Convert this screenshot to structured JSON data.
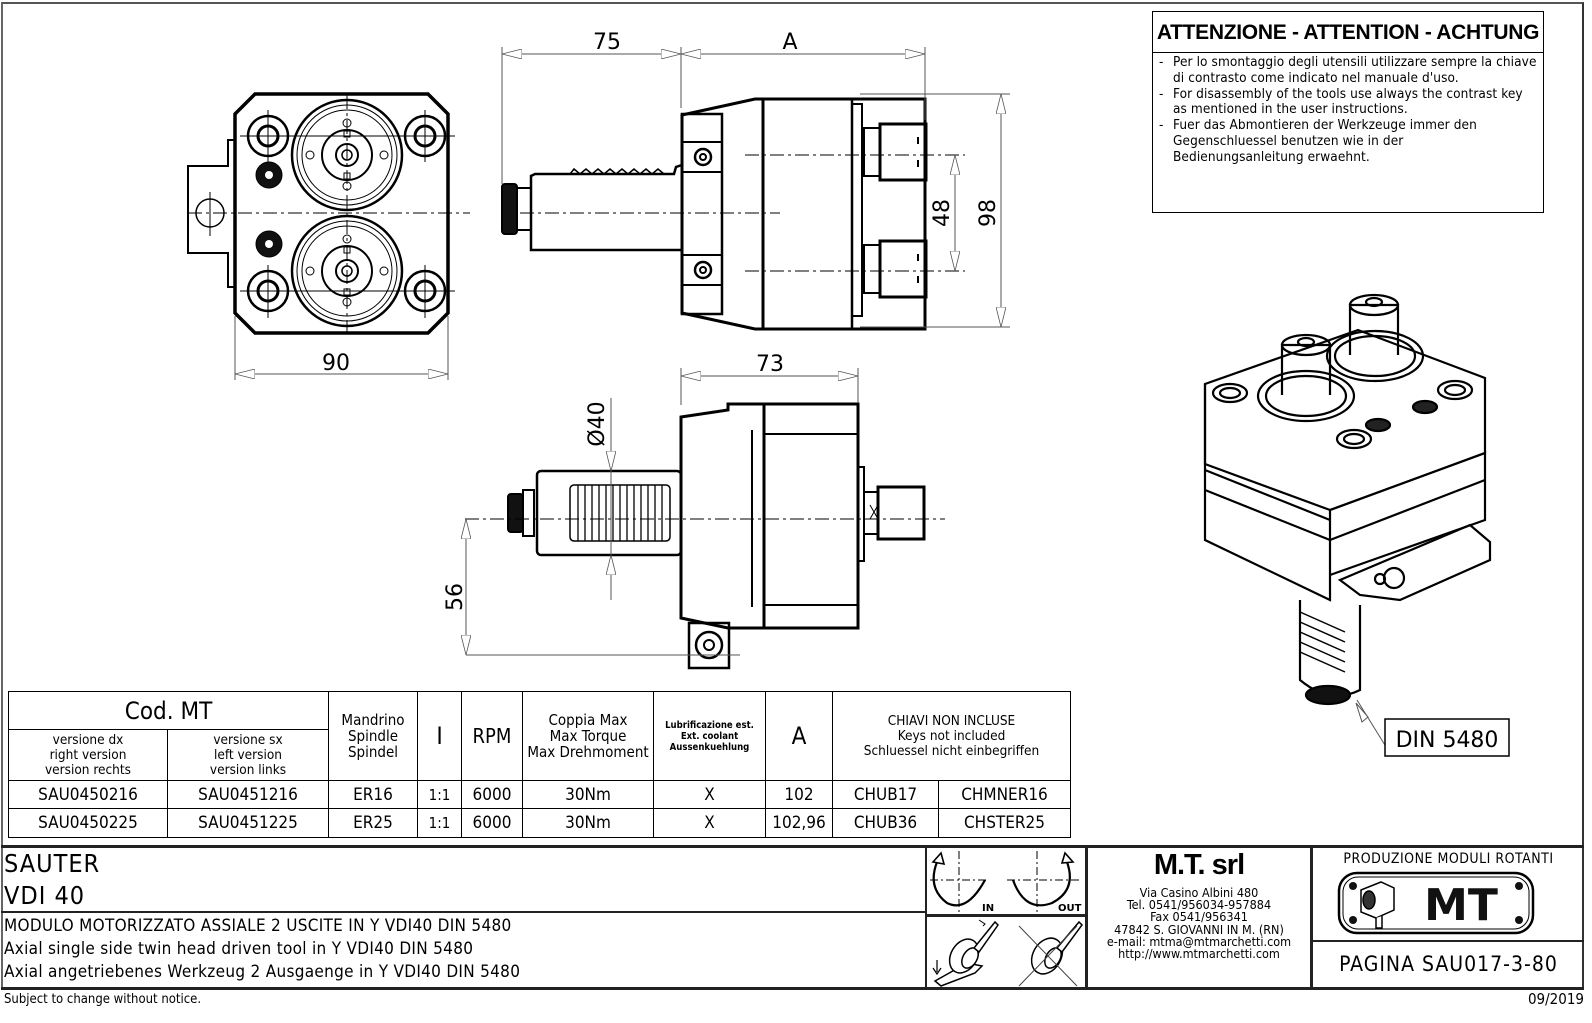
{
  "warning": {
    "title": "ATTENZIONE - ATTENTION - ACHTUNG",
    "items": [
      {
        "bullet": "-",
        "text": "Per lo smontaggio degli utensili utilizzare sempre la chiave di contrasto come indicato nel manuale d'uso."
      },
      {
        "bullet": "-",
        "text": "For disassembly of the tools use always the contrast key as mentioned in the user instructions."
      },
      {
        "bullet": "-",
        "text": "Fuer das Abmontieren der Werkzeuge immer den Gegenschluessel benutzen wie in der Bedienungsanleitung erwaehnt."
      }
    ]
  },
  "dimensions": {
    "front_width": "90",
    "side_length_shank": "75",
    "side_length_body": "A",
    "spindle_spacing": "48",
    "body_height": "98",
    "bottom_length": "73",
    "shank_diameter": "Ø40",
    "axis_height": "56",
    "callout": "DIN 5480"
  },
  "table": {
    "header": {
      "cod_mt": "Cod. MT",
      "dx": [
        "versione dx",
        "right version",
        "version rechts"
      ],
      "sx": [
        "versione sx",
        "left version",
        "version links"
      ],
      "spindle": [
        "Mandrino",
        "Spindle",
        "Spindel"
      ],
      "ratio": "I",
      "rpm": "RPM",
      "torque": [
        "Coppia Max",
        "Max Torque",
        "Max Drehmoment"
      ],
      "coolant": [
        "Lubrificazione est.",
        "Ext. coolant",
        "Aussenkuehlung"
      ],
      "a": "A",
      "keys": [
        "CHIAVI NON INCLUSE",
        "Keys not included",
        "Schluessel nicht einbegriffen"
      ]
    },
    "rows": [
      {
        "dx": "SAU0450216",
        "sx": "SAU0451216",
        "spindle": "ER16",
        "ratio": "1:1",
        "rpm": "6000",
        "torque": "30Nm",
        "coolant": "X",
        "a": "102",
        "key1": "CHUB17",
        "key2": "CHMNER16"
      },
      {
        "dx": "SAU0450225",
        "sx": "SAU0451225",
        "spindle": "ER25",
        "ratio": "1:1",
        "rpm": "6000",
        "torque": "30Nm",
        "coolant": "X",
        "a": "102,96",
        "key1": "CHUB36",
        "key2": "CHSTER25"
      }
    ]
  },
  "title_block": {
    "brand": "SAUTER",
    "interface": "VDI 40",
    "desc_it": "MODULO MOTORIZZATO ASSIALE 2 USCITE IN Y VDI40 DIN 5480",
    "desc_en": "Axial single side twin head driven tool in Y VDI40 DIN 5480",
    "desc_de": "Axial angetriebenes Werkzeug 2 Ausgaenge in Y VDI40 DIN 5480",
    "rotation_in": "IN",
    "rotation_out": "OUT",
    "company": "M.T. srl",
    "address": [
      "Via Casino Albini 480",
      "Tel. 0541/956034-957884",
      "Fax 0541/956341",
      "47842 S. GIOVANNI IN M. (RN)",
      "e-mail: mtma@mtmarchetti.com",
      "http://www.mtmarchetti.com"
    ],
    "production_label": "PRODUZIONE MODULI ROTANTI",
    "logo_text": "MT",
    "page": "PAGINA SAU017-3-80"
  },
  "footer": {
    "note": "Subject to change without notice.",
    "date": "09/2019"
  }
}
